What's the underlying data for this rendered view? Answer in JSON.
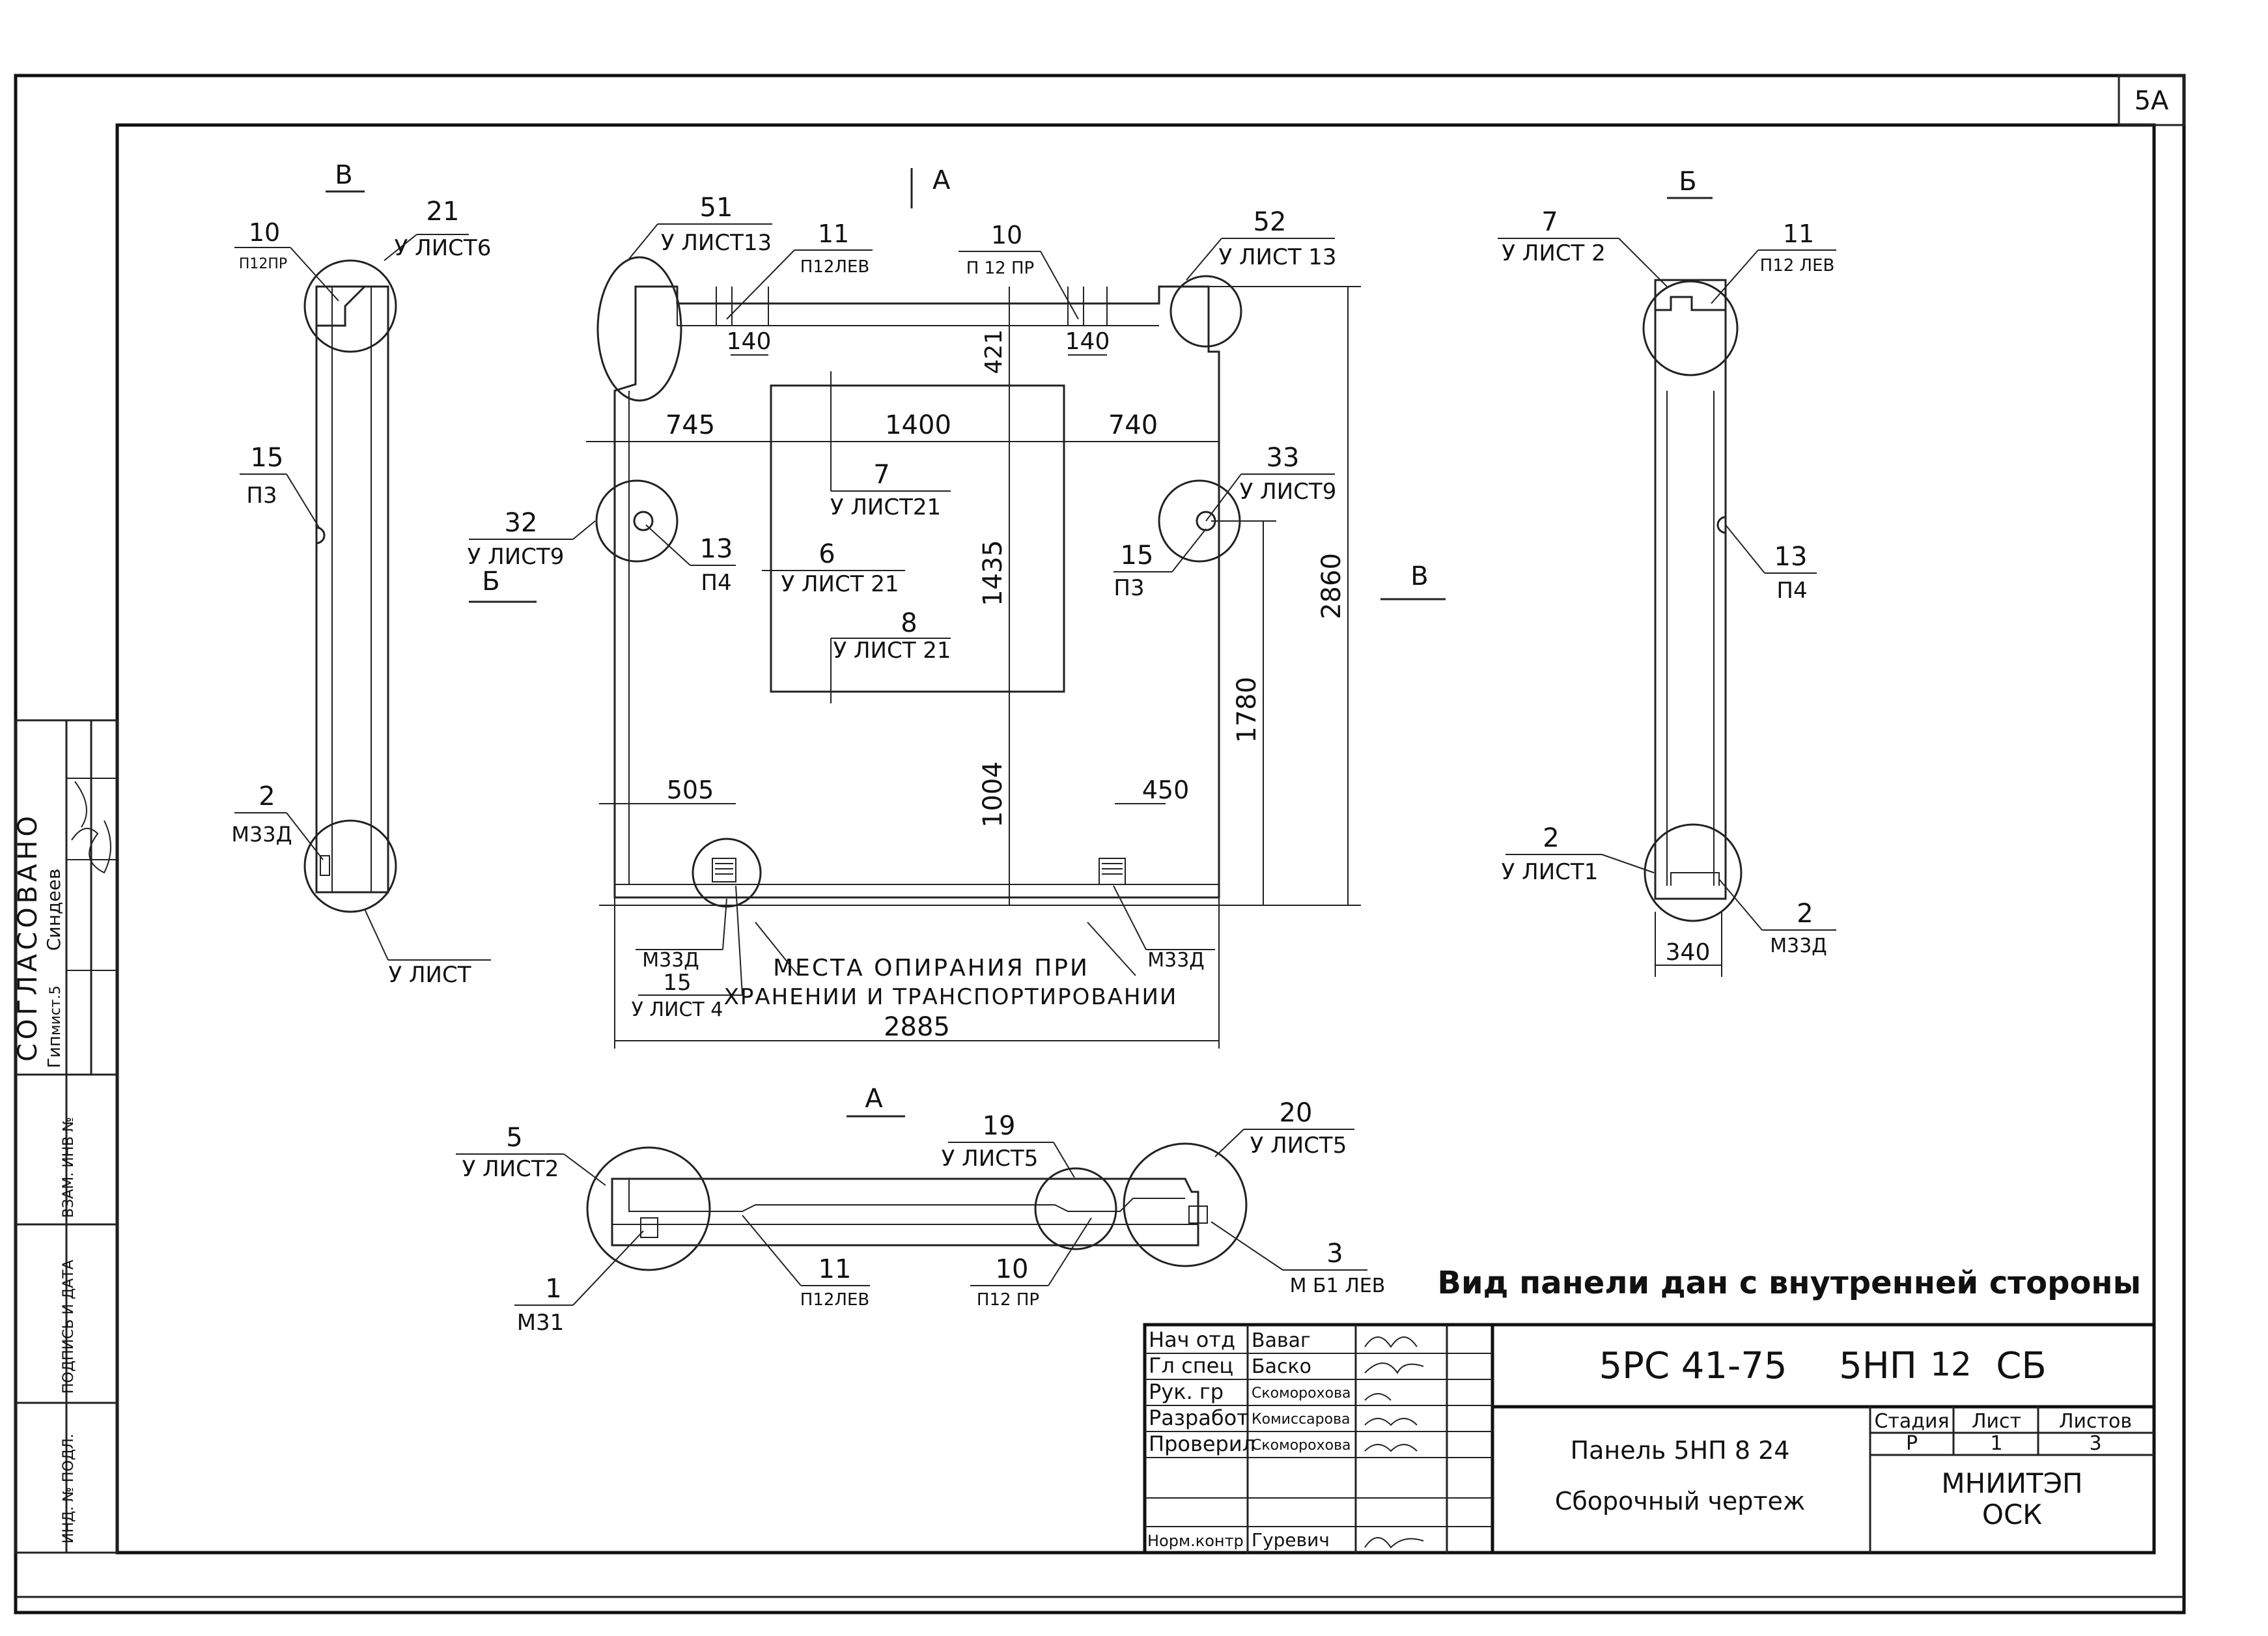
{
  "sheet_number": "5А",
  "approval": {
    "title": "СОГЛАСОВАНО",
    "row1_role": "Гип",
    "row1_sheet": "мист.5",
    "row1_name": "Синдеев",
    "col_inv_podl": "ИНД. № ПОДЛ.",
    "col_podpis": "ПОДПИСЬ И ДАТА",
    "col_vzam": "ВЗАМ. ИНВ №"
  },
  "views": {
    "v_label": "В",
    "b_label": "Б",
    "a_label": "А",
    "a_arrow": "А",
    "b_arrow": "Б",
    "v_arrow": "В"
  },
  "callouts": {
    "c21": "21",
    "c21s": "У ЛИСТ6",
    "c10a": "10",
    "c10as": "П12ПР",
    "c15a": "15",
    "c15as": "П3",
    "c2a": "2",
    "c2as": "М33Д",
    "c_ylist": "У ЛИСТ",
    "c51": "51",
    "c51s": "У ЛИСТ13",
    "c11a": "11",
    "c11as": "П12ЛЕВ",
    "c10b": "10",
    "c10bs": "П 12 ПР",
    "c52": "52",
    "c52s": "У ЛИСТ 13",
    "c32": "32",
    "c32s": "У ЛИСТ9",
    "c13a": "13",
    "c13as": "П4",
    "c7": "7",
    "c7s": "У ЛИСТ21",
    "c6": "6",
    "c6s": "У ЛИСТ 21",
    "c8": "8",
    "c8s": "У ЛИСТ 21",
    "c33": "33",
    "c33s": "У ЛИСТ9",
    "c15b": "15",
    "c15bs": "П3",
    "c_m33a": "М33Д",
    "c_15c": "15",
    "c_15cs": "У ЛИСТ 4",
    "c_m33b": "М33Д",
    "support1": "МЕСТА ОПИРАНИЯ ПРИ",
    "support2": "ХРАНЕНИИ И ТРАНСПОРТИРОВАНИИ",
    "c7r": "7",
    "c7rs": "У ЛИСТ 2",
    "c11r": "11",
    "c11rs": "П12 ЛЕВ",
    "c13r": "13",
    "c13rs": "П4",
    "c2r": "2",
    "c2rs": "У ЛИСТ1",
    "c2r2": "2",
    "c2r2s": "М33Д",
    "c5": "5",
    "c5s": "У ЛИСТ2",
    "c19": "19",
    "c19s": "У ЛИСТ5",
    "c20": "20",
    "c20s": "У ЛИСТ5",
    "c1": "1",
    "c1s": "М31",
    "c11b": "11",
    "c11bs": "П12ЛЕВ",
    "c10c": "10",
    "c10cs": "П12 ПР",
    "c3": "3",
    "c3s": "М Б1 ЛЕВ"
  },
  "dims": {
    "d140a": "140",
    "d140b": "140",
    "d421": "421",
    "d745": "745",
    "d1400": "1400",
    "d740": "740",
    "d1435": "1435",
    "d2860": "2860",
    "d1780": "1780",
    "d1004": "1004",
    "d505": "505",
    "d450": "450",
    "d2885": "2885",
    "d340": "340"
  },
  "note": "Вид панели дан с внутренней стороны",
  "title_block": {
    "code": "5РС 41-75",
    "mark": "5НП",
    "mark_num": "12",
    "mark_sfx": "СБ",
    "roles": [
      "Нач отд",
      "Гл спец",
      "Рук. гр",
      "Разработ",
      "Проверил",
      "",
      "Норм.контр"
    ],
    "names": [
      "Ваваг",
      "Баско",
      "Скоморохова",
      "Комиссарова",
      "Скоморохова",
      "",
      "Гуревич"
    ],
    "panel": "Панель 5НП 8 24",
    "drawing_type": "Сборочный чертеж",
    "stage_h": "Стадия",
    "sheet_h": "Лист",
    "sheets_h": "Листов",
    "stage": "Р",
    "sheet": "1",
    "sheets": "3",
    "org1": "МНИИТЭП",
    "org2": "ОСК"
  }
}
